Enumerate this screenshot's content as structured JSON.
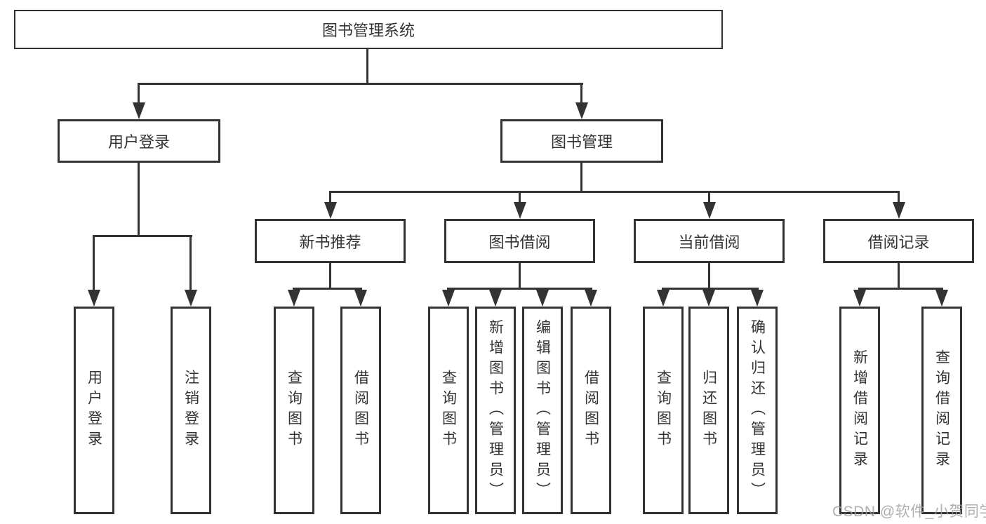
{
  "diagram": {
    "root": {
      "label": "图书管理系统"
    },
    "level2": [
      "用户登录",
      "图书管理"
    ],
    "level3": [
      "新书推荐",
      "图书借阅",
      "当前借阅",
      "借阅记录"
    ],
    "leaves": {
      "login": [
        "用户登录",
        "注销登录"
      ],
      "recommend": [
        "查询图书",
        "借阅图书"
      ],
      "borrow": [
        "查询图书",
        "新增图书（管理员）",
        "编辑图书（管理员）",
        "借阅图书"
      ],
      "current": [
        "查询图书",
        "归还图书",
        "确认归还（管理员）"
      ],
      "records": [
        "新增借阅记录",
        "查询借阅记录"
      ]
    },
    "watermark": "CSDN @软件_小贺同学",
    "colors": {
      "line": "#333333",
      "text": "#333333",
      "watermark": "#9e9e9e",
      "background": "#ffffff"
    }
  }
}
